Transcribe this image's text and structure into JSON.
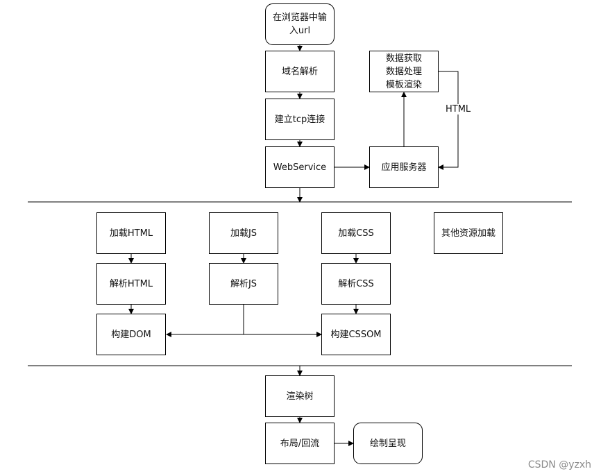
{
  "diagram": {
    "nodes": {
      "input_url": "在浏览器中输\n入url",
      "dns": "域名解析",
      "tcp": "建立tcp连接",
      "webservice": "WebService",
      "app_server": "应用服务器",
      "data_proc": "数据获取\n数据处理\n模板渲染",
      "load_html": "加载HTML",
      "load_js": "加载JS",
      "load_css": "加载CSS",
      "other_res": "其他资源加载",
      "parse_html": "解析HTML",
      "parse_js": "解析JS",
      "parse_css": "解析CSS",
      "build_dom": "构建DOM",
      "build_cssom": "构建CSSOM",
      "render_tree": "渲染树",
      "layout": "布局/回流",
      "paint": "绘制呈现"
    },
    "edge_labels": {
      "html": "HTML"
    }
  },
  "watermark": "CSDN @yzxh"
}
